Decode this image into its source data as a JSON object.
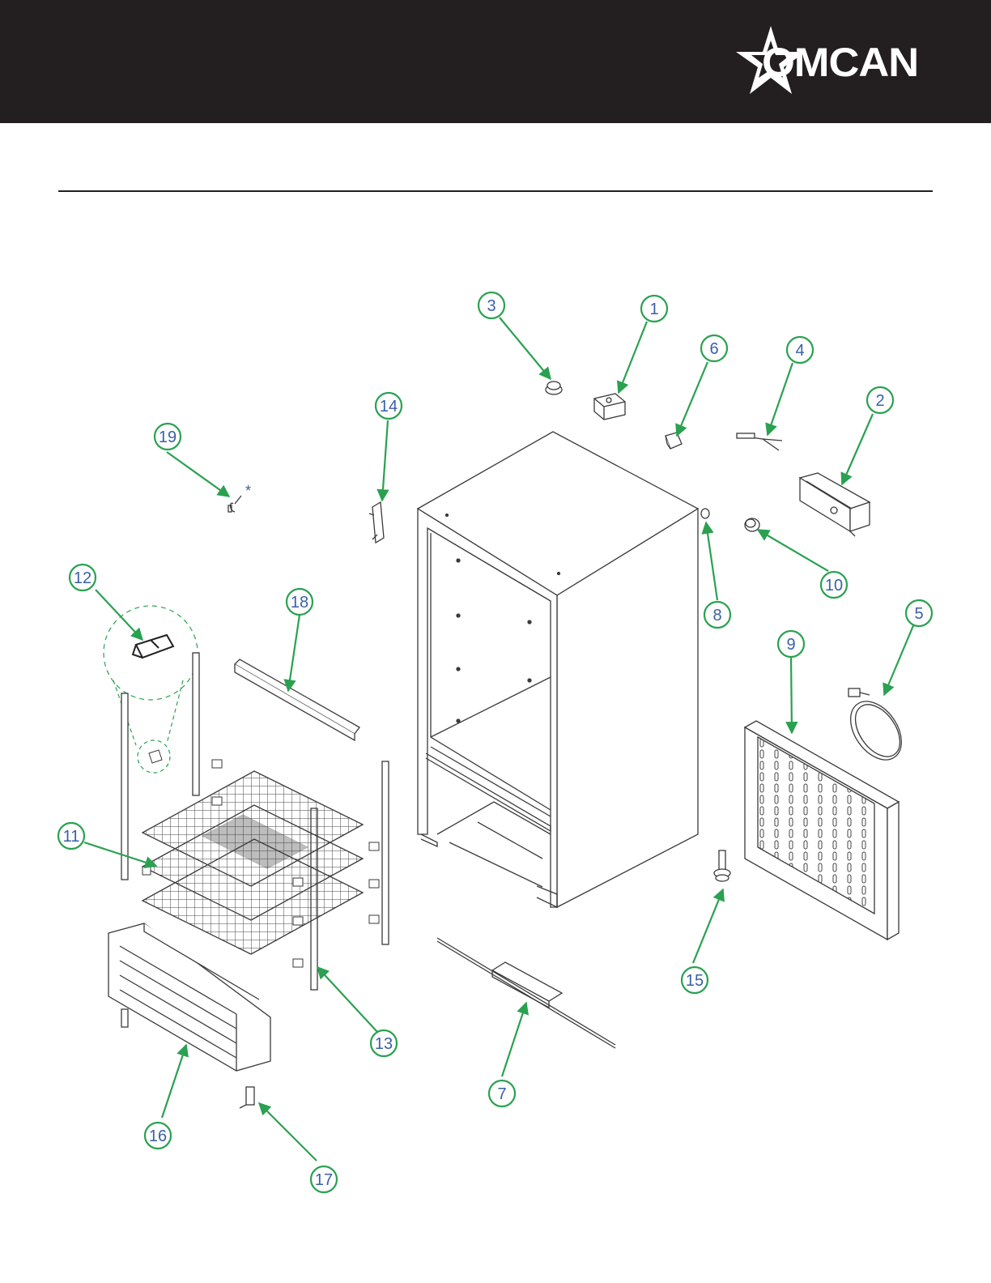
{
  "header": {
    "brand": "OMCAN",
    "background": "#231f20"
  },
  "colors": {
    "leader": "#2aa150",
    "label_text": "#3a5fa8",
    "linework": "#3a3a3a"
  },
  "annotations": {
    "asterisk": "*"
  },
  "callouts": [
    {
      "id": "1",
      "label": "1"
    },
    {
      "id": "2",
      "label": "2"
    },
    {
      "id": "3",
      "label": "3"
    },
    {
      "id": "4",
      "label": "4"
    },
    {
      "id": "5",
      "label": "5"
    },
    {
      "id": "6",
      "label": "6"
    },
    {
      "id": "7",
      "label": "7"
    },
    {
      "id": "8",
      "label": "8"
    },
    {
      "id": "9",
      "label": "9"
    },
    {
      "id": "10",
      "label": "10"
    },
    {
      "id": "11",
      "label": "11"
    },
    {
      "id": "12",
      "label": "12"
    },
    {
      "id": "13",
      "label": "13"
    },
    {
      "id": "14",
      "label": "14"
    },
    {
      "id": "15",
      "label": "15"
    },
    {
      "id": "16",
      "label": "16"
    },
    {
      "id": "17",
      "label": "17"
    },
    {
      "id": "18",
      "label": "18"
    },
    {
      "id": "19",
      "label": "19"
    }
  ]
}
